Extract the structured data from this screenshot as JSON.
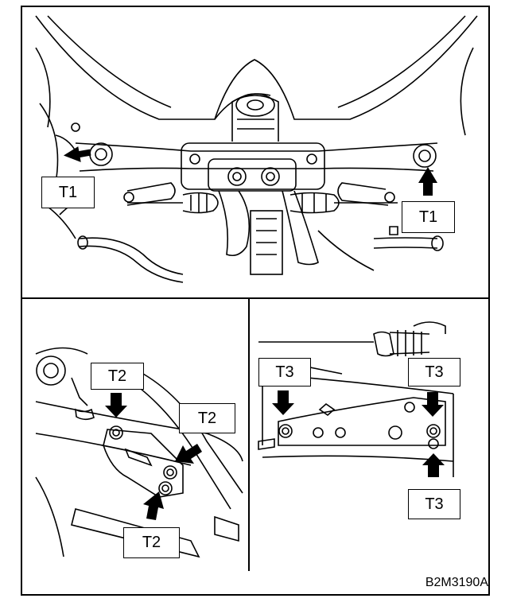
{
  "callouts": {
    "top_left": "T1",
    "top_right": "T1",
    "mid_left_upper": "T2",
    "mid_left_right": "T2",
    "mid_left_lower": "T2",
    "right_upper_left": "T3",
    "right_upper_right": "T3",
    "right_lower": "T3"
  },
  "figure_code": "B2M3190A",
  "colors": {
    "line": "#000000",
    "background": "#ffffff"
  }
}
